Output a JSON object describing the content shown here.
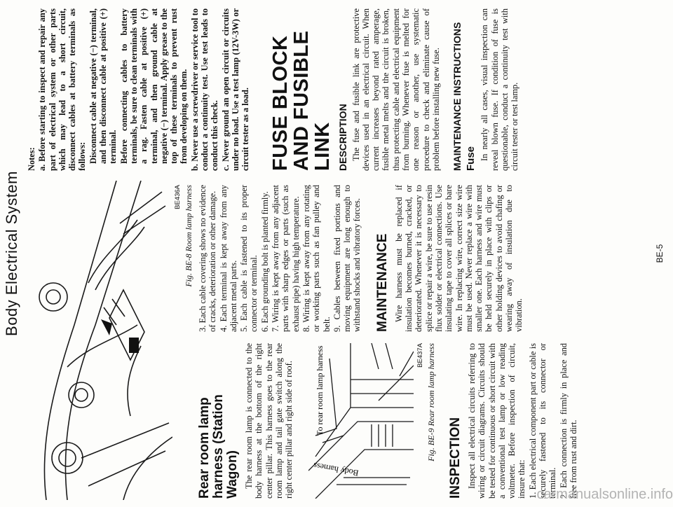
{
  "header": "Body Electrical System",
  "page_number": "BE-5",
  "watermark": "carmanualsonline.info",
  "fig8": {
    "code": "BE436A",
    "caption": "Fig. BE-8 Room lamp harness"
  },
  "fig9": {
    "code": "BE437A",
    "caption": "Fig. BE-9 Rear room lamp harness",
    "label_top": "To rear room lamp harness",
    "label_body": "Body harness"
  },
  "col1": {
    "heading": "Rear room lamp harness (Station Wagon)",
    "body": "The rear room lamp is connected to the body harness at the bottom of the right center pillar. This harness goes to the rear room lamp and tail gate switch along the right center pillar and right side of roof.",
    "inspection_heading": "INSPECTION",
    "inspection_intro": "Inspect all electrical circuits referring to wiring or circuit diagrams. Circuits should be tested for continuous or short circuit with a conventional test lamp or low reading voltmeter. Before inspection of circuit, insure that:",
    "item1": "1. Each electrical component part or cable is securely fastened to its connector or terminal.",
    "item2": "2. Each connection is firmly in place and free from rust and dirt."
  },
  "col2": {
    "item3": "3. Each cable covering shows no evidence of cracks, deterioration or other damage.",
    "item4": "4. Each terminal is kept away from any adjacent metal parts.",
    "item5": "5. Each cable is fastened to its proper connector or terminal.",
    "item6": "6. Each grounding bolt is planted firmly.",
    "item7": "7. Wiring is kept away from any adjacent parts with sharp edges or parts (such as exhaust pipe) having high temperature.",
    "item8": "8. Wiring is kept away from any rotating or working parts such as fan pulley and belt.",
    "item9": "9. Cables between fixed portions and moving equipment are long enough to withstand shocks and vibratory forces.",
    "maintenance_heading": "MAINTENANCE",
    "maintenance_body": "Wire harness must be replaced if insulation becomes burned, cracked, or deteriorated. Whenever it is necessary to splice or repair a wire, be sure to use resin flux solder or electrical connections. Use insulating tape to cover all splices or bare wire. In replacing wire, correct size wire must be used. Never replace a wire with smaller one. Each harness and wire must be held securely in place with clips or other holding devices to avoid chafing or wearing away of insulation due to vibration."
  },
  "col3": {
    "notes_label": "Notes:",
    "note_a": "a. Before starting to inspect and repair any part of electrical system or other parts which may lead to a short circuit, disconnect cables at battery terminals as follows:",
    "note_a2": "Disconnect cable at negative (−) terminal, and then disconnect cable at positive (+) terminal.",
    "note_a3": "Before connecting cables to battery terminals, be sure to clean terminals with a rag. Fasten cable at positive (+) terminal, and then ground cable at negative (−) terminal. Apply grease to the top of these terminals to prevent rust from developing on them.",
    "note_b": "b. Never use a screwdriver or service tool to conduct a continuity test. Use test leads to conduct this check.",
    "note_c": "c. Never ground an open circuit or circuits under no load. Use a test lamp (12V-3W) or circuit tester as a load.",
    "fuse_heading": "FUSE BLOCK AND FUSIBLE LINK",
    "description_heading": "DESCRIPTION",
    "description_body": "The fuse and fusible link are protective devices used in an electrical circuit. When current increases beyond rated amperage, fusible metal melts and the circuit is broken, thus protecting cable and electrical equipment from burning. Whenever fuse is melted for one reason or another, use systematic procedure to check and eliminate cause of problem before installing new fuse.",
    "mi_heading": "MAINTENANCE INSTRUCTIONS",
    "fuse_subheading": "Fuse",
    "fuse_body": "In nearly all cases, visual inspection can reveal blown fuse. If condition of fuse is questionable, conduct a continuity test with circuit tester or test lamp."
  }
}
